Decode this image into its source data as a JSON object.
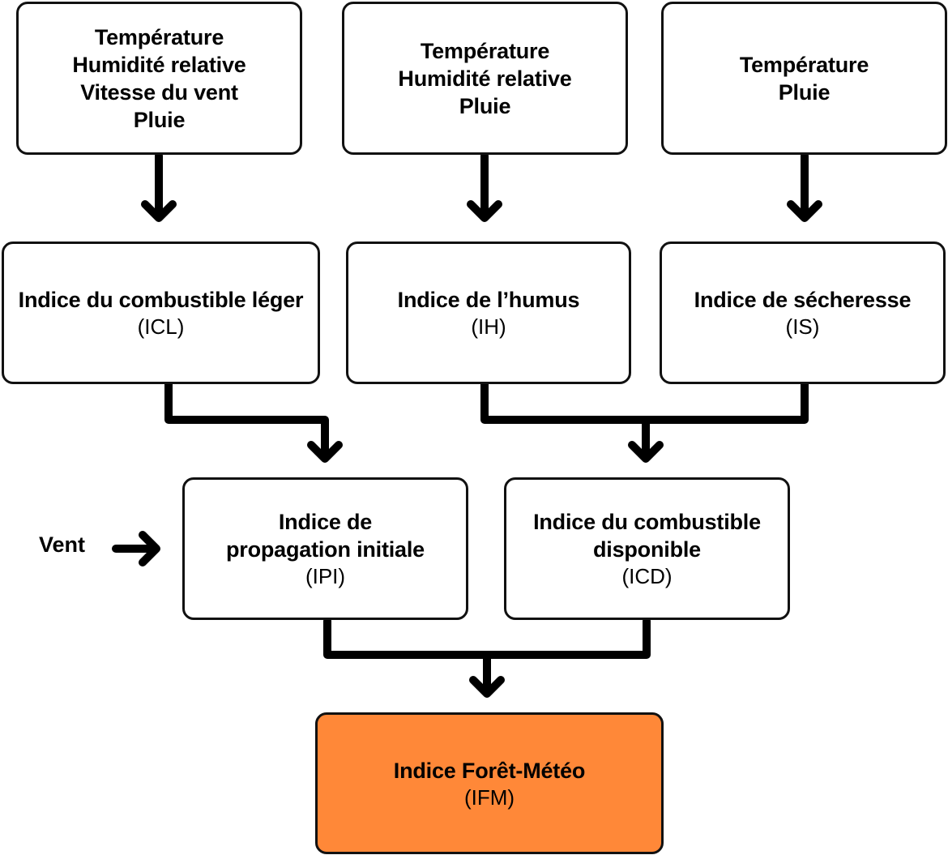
{
  "inputs": {
    "ffmc": [
      "Température",
      "Humidité relative",
      "Vitesse du vent",
      "Pluie"
    ],
    "dmc": [
      "Température",
      "Humidité relative",
      "Pluie"
    ],
    "dc": [
      "Température",
      "Pluie"
    ]
  },
  "codes": {
    "icl": {
      "title": [
        "Indice du combustible léger"
      ],
      "abbr": "(ICL)"
    },
    "ih": {
      "title": [
        "Indice de l’humus"
      ],
      "abbr": "(IH)"
    },
    "is": {
      "title": [
        "Indice de sécheresse"
      ],
      "abbr": "(IS)"
    }
  },
  "indices": {
    "ipi": {
      "title": [
        "Indice de",
        "propagation initiale"
      ],
      "abbr": "(IPI)"
    },
    "icd": {
      "title": [
        "Indice du combustible",
        "disponible"
      ],
      "abbr": "(ICD)"
    }
  },
  "final": {
    "title": [
      "Indice Forêt-Météo"
    ],
    "abbr": "(IFM)",
    "color": "#ff8838"
  },
  "wind_label": "Vent"
}
